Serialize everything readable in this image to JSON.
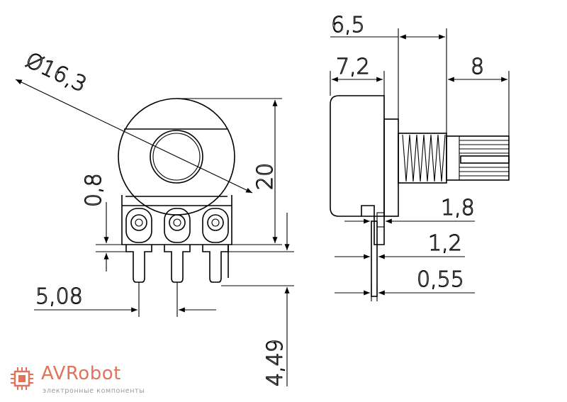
{
  "drawing": {
    "dimensions": {
      "diameter": "Ø16,3",
      "height_20": "20",
      "pin_offset": "0,8",
      "pitch": "5,08",
      "pin_length": "4,49",
      "shaft_to_body": "6,5",
      "body_depth": "7,2",
      "shaft_length": "8",
      "tab_thickness": "1,8",
      "pin_width": "1,2",
      "pin_thickness": "0,55"
    }
  },
  "logo": {
    "name": "AVRobot",
    "tagline": "электронные компоненты",
    "color": "#e2725b"
  }
}
